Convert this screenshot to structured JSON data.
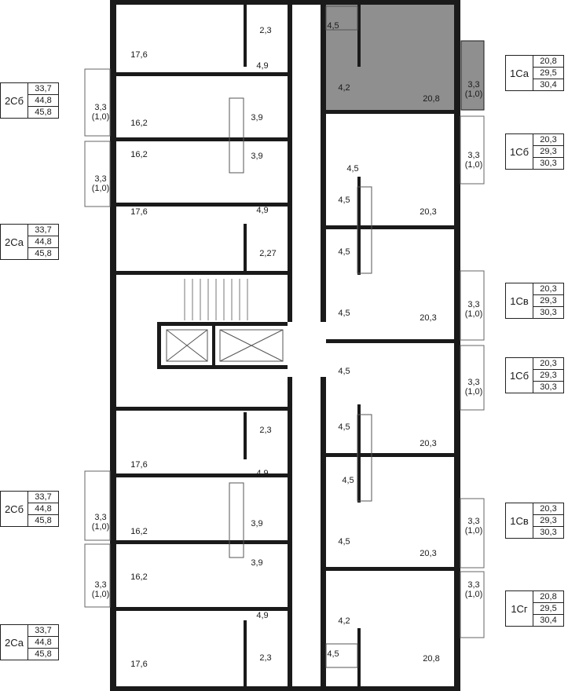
{
  "colors": {
    "wall": "#1a1a1a",
    "highlight": "#8f8f8f",
    "thin_line": "#666666",
    "background": "#ffffff"
  },
  "legends_left": [
    {
      "code": "2Сб",
      "values": [
        "33,7",
        "44,8",
        "45,8"
      ]
    },
    {
      "code": "2Са",
      "values": [
        "33,7",
        "44,8",
        "45,8"
      ]
    },
    {
      "code": "2Сб",
      "values": [
        "33,7",
        "44,8",
        "45,8"
      ]
    },
    {
      "code": "2Са",
      "values": [
        "33,7",
        "44,8",
        "45,8"
      ]
    }
  ],
  "legends_right": [
    {
      "code": "1Са",
      "values": [
        "20,8",
        "29,5",
        "30,4"
      ]
    },
    {
      "code": "1Сб",
      "values": [
        "20,3",
        "29,3",
        "30,3"
      ]
    },
    {
      "code": "1Св",
      "values": [
        "20,3",
        "29,3",
        "30,3"
      ]
    },
    {
      "code": "1Сб",
      "values": [
        "20,3",
        "29,3",
        "30,3"
      ]
    },
    {
      "code": "1Св",
      "values": [
        "20,3",
        "29,3",
        "30,3"
      ]
    },
    {
      "code": "1Сг",
      "values": [
        "20,8",
        "29,5",
        "30,4"
      ]
    }
  ],
  "room_labels": [
    "2,3",
    "17,6",
    "4,9",
    "3,3 (1,0)",
    "16,2",
    "3,9",
    "16,2",
    "3,9",
    "3,3 (1,0)",
    "17,6",
    "4,9",
    "2,27",
    "2,3",
    "17,6",
    "4,9",
    "3,3 (1,0)",
    "16,2",
    "3,9",
    "3,9",
    "3,3 (1,0)",
    "16,2",
    "4,9",
    "17,6",
    "2,3",
    "4,5",
    "4,2",
    "20,8",
    "3,3 (1,0)",
    "4,5",
    "4,5",
    "20,3",
    "3,3 (1,0)",
    "4,5",
    "4,5",
    "20,3",
    "3,3 (1,0)",
    "4,5",
    "3,3 (1,0)",
    "4,5",
    "20,3",
    "4,5",
    "4,5",
    "20,3",
    "3,3 (1,0)",
    "4,2",
    "3,3 (1,0)",
    "4,5",
    "20,8"
  ]
}
